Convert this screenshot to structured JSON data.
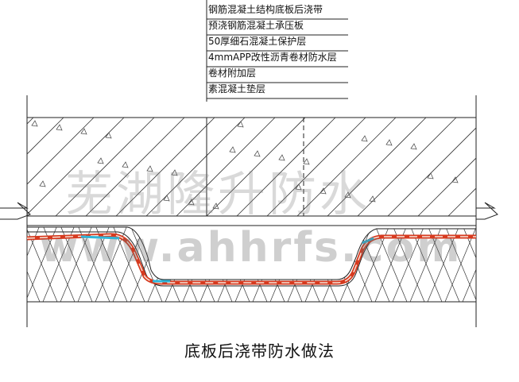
{
  "layer_labels": [
    "钢筋混凝土结构底板后浇带",
    "预浇钢筋混凝土承压板",
    "50厚细石混凝土保护层",
    "4mmAPP改性沥青卷材防水层",
    "卷材附加层",
    "素混凝土垫层"
  ],
  "caption": "底板后浇带防水做法",
  "watermark": {
    "cn": "芜湖隆升防水",
    "url": "www.ahhrfs.com"
  },
  "colors": {
    "line": "#222222",
    "membrane_red": "#d63a1f",
    "membrane_cyan": "#2fb6d9",
    "hatch": "#333333"
  }
}
